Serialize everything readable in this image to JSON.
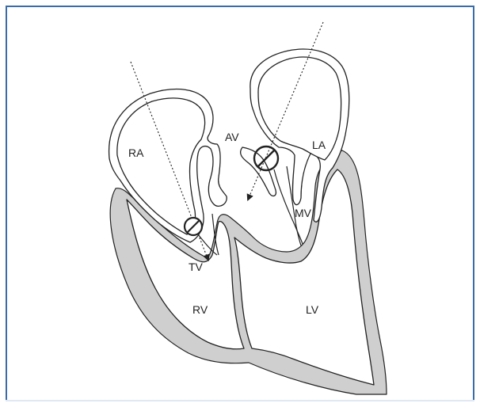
{
  "labels": {
    "ra": "RA",
    "la": "LA",
    "av": "AV",
    "mv": "MV",
    "tv": "TV",
    "rv": "RV",
    "lv": "LV"
  },
  "colors": {
    "frame": "#3a6da8",
    "myocardium": "#cfcfcf",
    "line": "#222222"
  },
  "icons": [
    "no-symbol-icon",
    "no-symbol-icon"
  ]
}
